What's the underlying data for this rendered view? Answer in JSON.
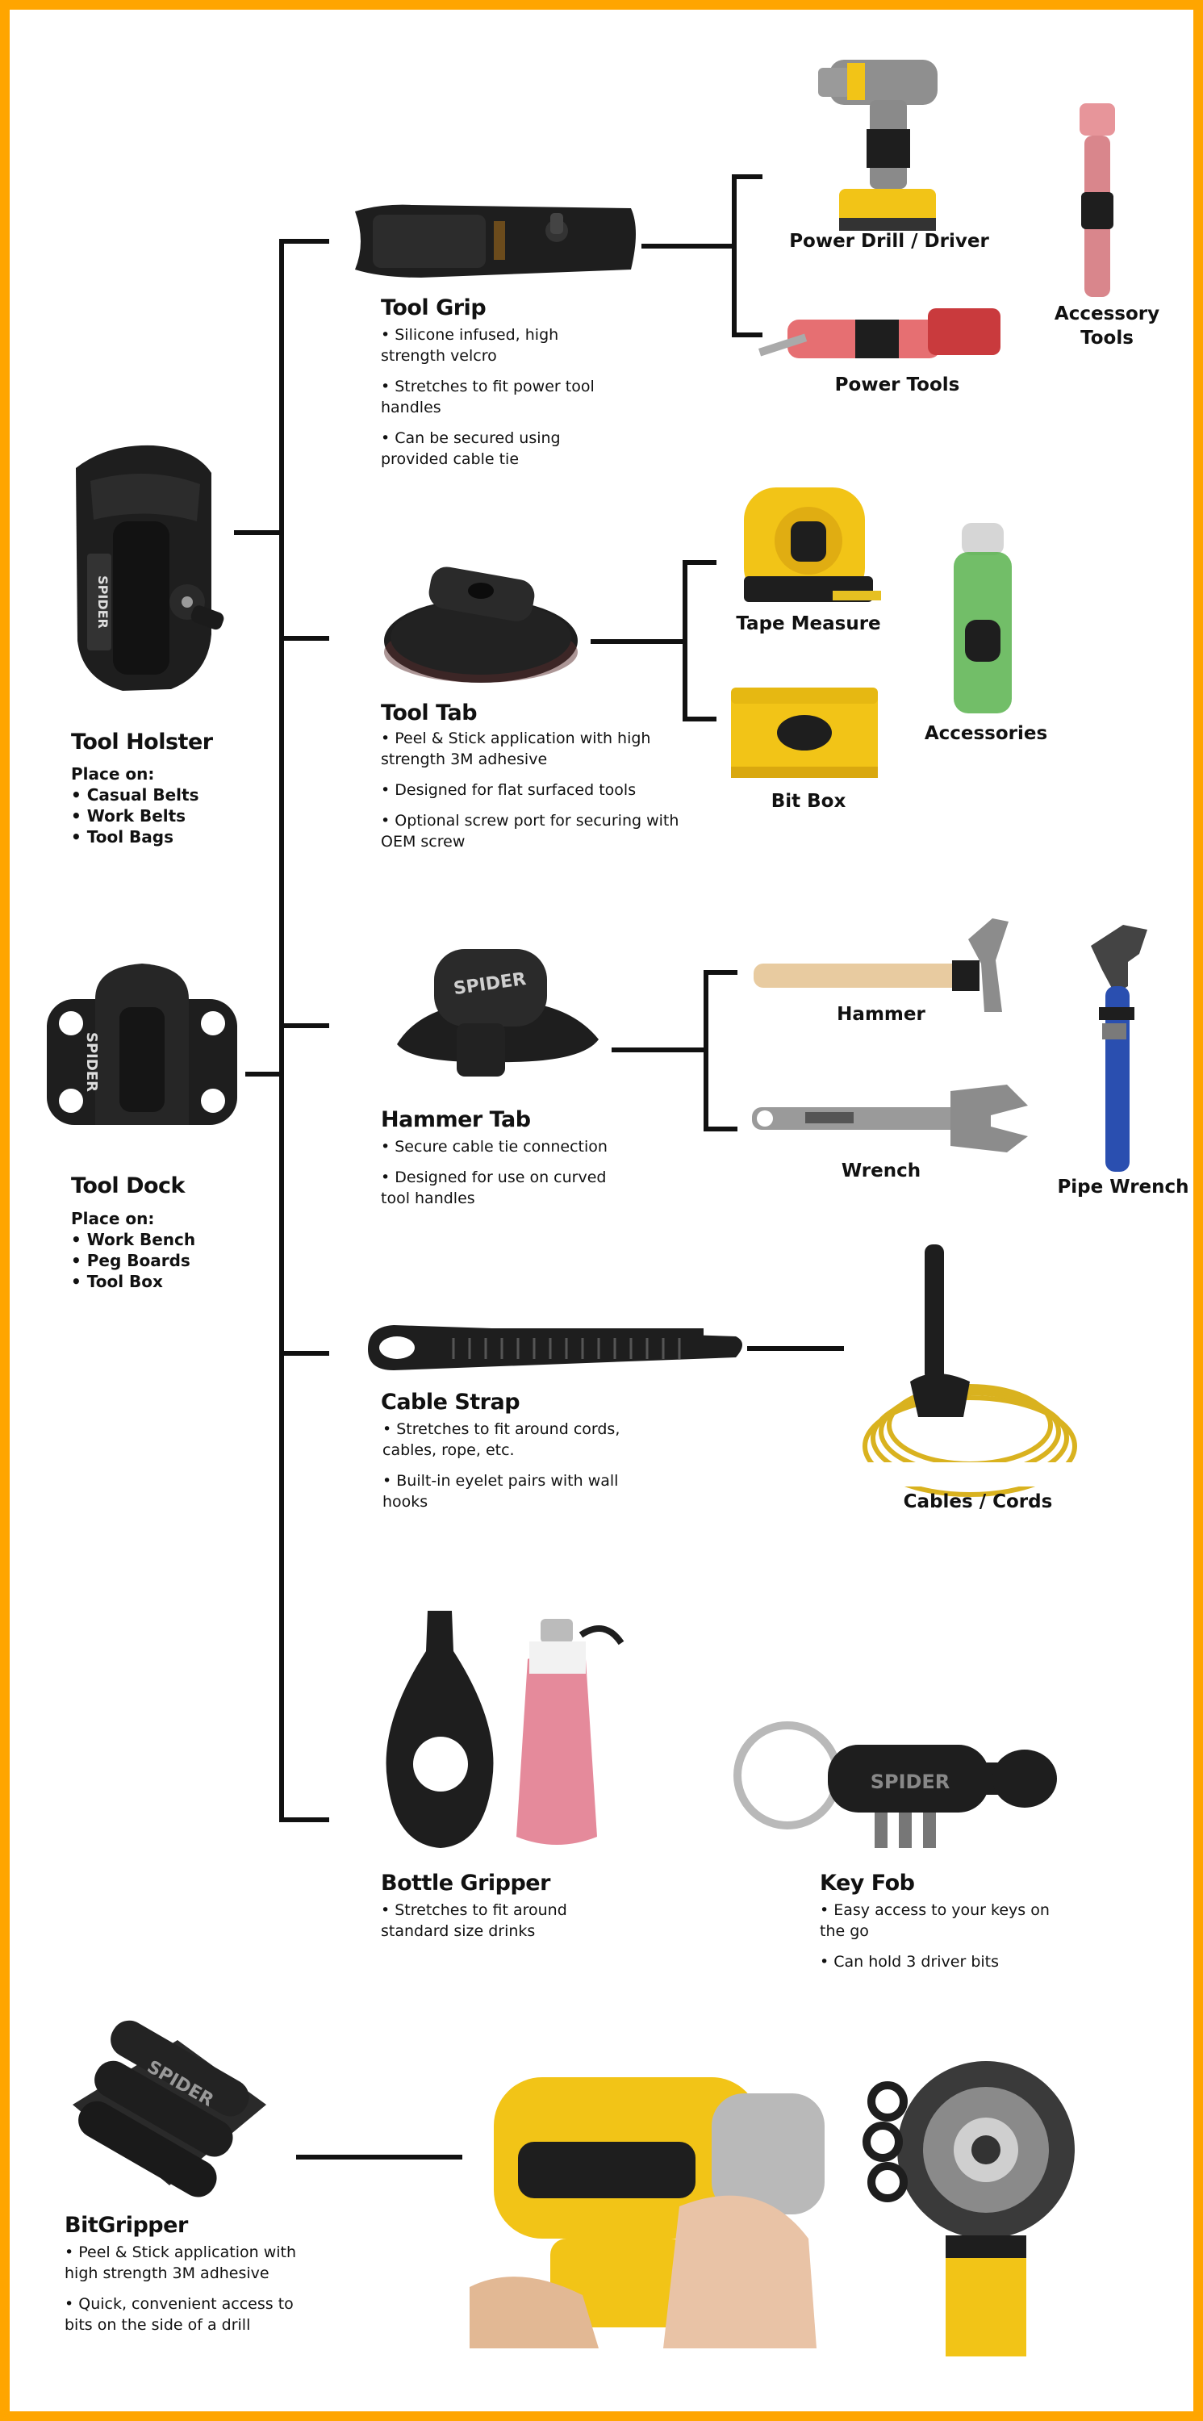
{
  "colors": {
    "border": "#FFA500",
    "line": "#111111",
    "product": "#1e1e1e",
    "tool_yellow": "#F2C417",
    "tool_gray": "#8a8a8a"
  },
  "holster": {
    "title": "Tool Holster",
    "place": "Place on:",
    "items": [
      "• Casual Belts",
      "• Work Belts",
      "• Tool Bags"
    ],
    "logo": "SPIDER"
  },
  "dock": {
    "title": "Tool Dock",
    "place": "Place on:",
    "items": [
      "• Work Bench",
      "• Peg Boards",
      "• Tool Box"
    ],
    "logo": "SPIDER"
  },
  "grip": {
    "title": "Tool Grip",
    "bullets": [
      "• Silicone infused, high strength velcro",
      "• Stretches to fit power tool handles",
      "• Can be secured using provided cable tie"
    ]
  },
  "tab": {
    "title": "Tool Tab",
    "bullets": [
      "• Peel & Stick application with high strength 3M adhesive",
      "• Designed for flat surfaced tools",
      "• Optional screw port for securing with OEM screw"
    ]
  },
  "hammer": {
    "title": "Hammer Tab",
    "logo": "SPIDER",
    "bullets": [
      "• Secure cable tie connection",
      "• Designed for use on curved tool handles"
    ]
  },
  "cable": {
    "title": "Cable Strap",
    "bullets": [
      "• Stretches to fit around cords, cables, rope, etc.",
      "• Built-in eyelet pairs with wall hooks"
    ]
  },
  "bottle": {
    "title": "Bottle Gripper",
    "bullets": [
      "• Stretches to fit around standard size drinks"
    ]
  },
  "keyfob": {
    "title": "Key Fob",
    "logo": "SPIDER",
    "bullets": [
      "• Easy access to your keys on the go",
      "• Can hold 3 driver bits"
    ]
  },
  "bitgripper": {
    "title": "BitGripper",
    "logo": "SPIDER",
    "bullets": [
      "• Peel & Stick application with high strength 3M adhesive",
      "• Quick, convenient access to bits on the side of a drill"
    ]
  },
  "uses": {
    "drill": "Power Drill / Driver",
    "powertools": "Power Tools",
    "accessory_tools": "Accessory Tools",
    "tape": "Tape Measure",
    "bitbox": "Bit Box",
    "accessories": "Accessories",
    "hammer": "Hammer",
    "wrench": "Wrench",
    "pipe_wrench": "Pipe Wrench",
    "cables": "Cables / Cords"
  }
}
